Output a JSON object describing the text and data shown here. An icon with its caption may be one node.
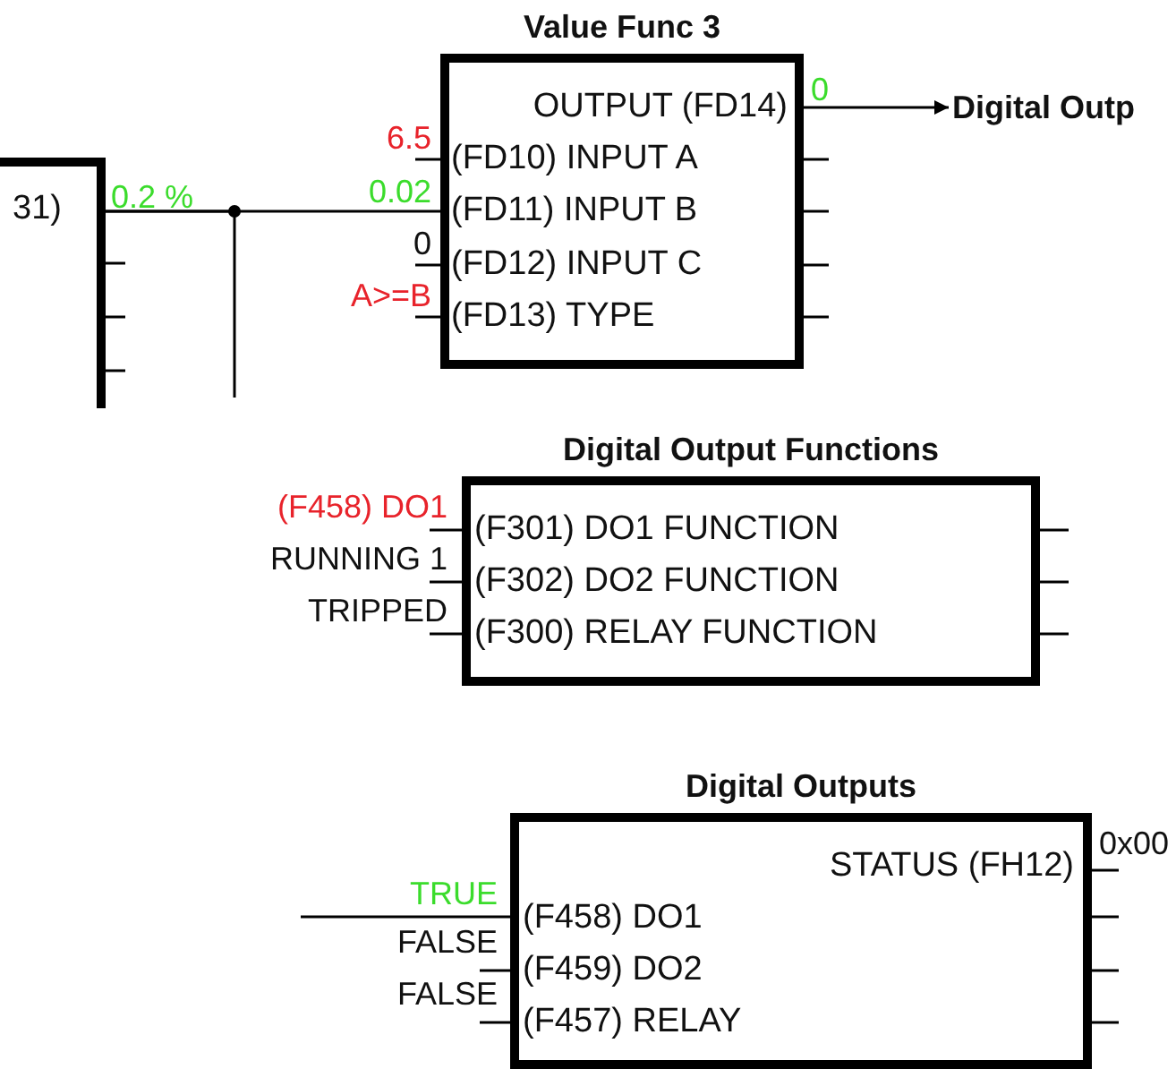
{
  "diagram": {
    "nodes": [
      {
        "text": [
          "31)"
        ],
        "beside": [
          "0.2 %"
        ]
      },
      {
        "text": [
          "Value Func 3",
          "OUTPUT (FD14)",
          "(FD10) INPUT A",
          "(FD11) INPUT B",
          "(FD12) INPUT C",
          "(FD13) TYPE"
        ],
        "beside": [
          "0",
          "6.5",
          "0.02",
          "0",
          "A>=B"
        ]
      },
      {
        "text": [
          "Digital Outp"
        ]
      },
      {
        "text": [
          "Digital Output Functions",
          "(F301) DO1 FUNCTION",
          "(F302) DO2 FUNCTION",
          "(F300) RELAY FUNCTION"
        ],
        "beside": [
          "(F458) DO1",
          "RUNNING 1",
          "TRIPPED"
        ]
      },
      {
        "text": [
          "Digital Outputs",
          "STATUS (FH12)",
          "(F458) DO1",
          "(F459) DO2",
          "(F457) RELAY"
        ],
        "beside": [
          "TRUE",
          "FALSE",
          "FALSE",
          "0x00"
        ]
      }
    ],
    "edges": [
      {
        "from": 0,
        "to": 1,
        "arrow": "none"
      },
      {
        "from": 0,
        "to": null,
        "arrow": "none"
      },
      {
        "from": 1,
        "to": 2,
        "arrow": "to"
      },
      {
        "from": null,
        "to": 4,
        "arrow": "none"
      }
    ]
  }
}
